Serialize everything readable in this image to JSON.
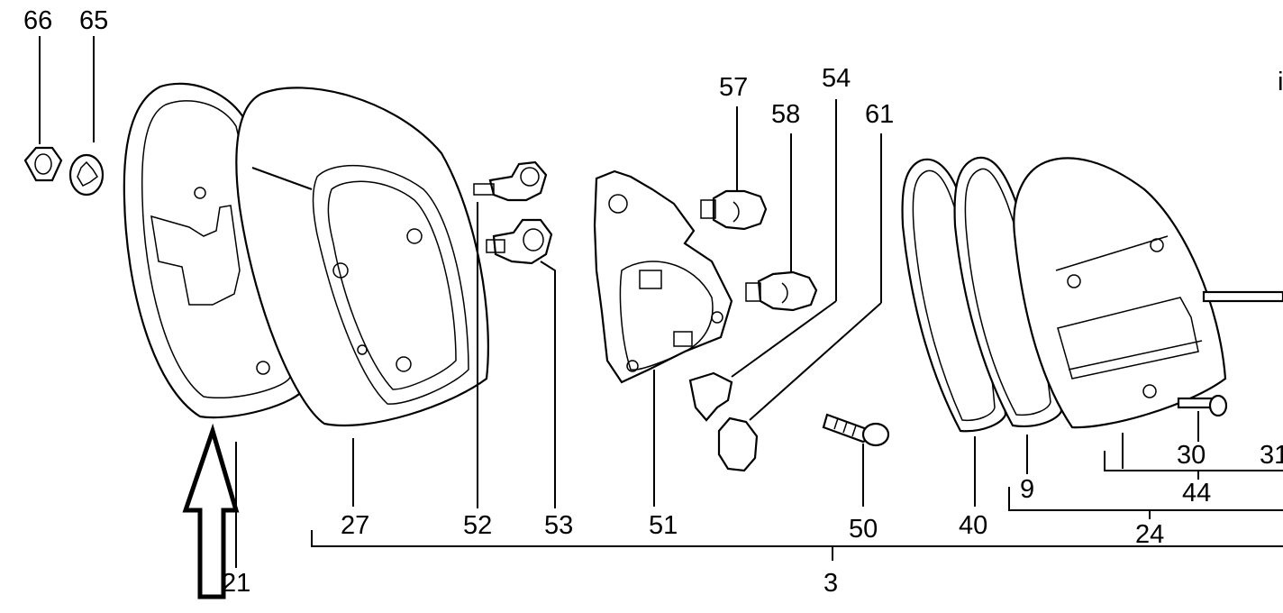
{
  "callouts": {
    "c66": "66",
    "c65": "65",
    "c57": "57",
    "c54": "54",
    "c58": "58",
    "c61": "61",
    "c21": "21",
    "c27": "27",
    "c52": "52",
    "c53": "53",
    "c51": "51",
    "c50": "50",
    "c40": "40",
    "c9": "9",
    "c30": "30",
    "c31": "31",
    "c44": "44",
    "c24": "24",
    "c3": "3"
  }
}
